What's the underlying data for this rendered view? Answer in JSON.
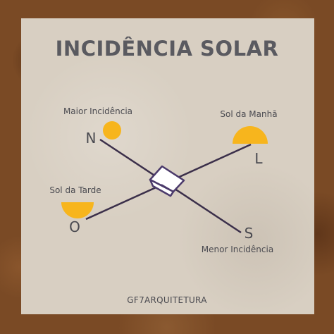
{
  "title": "INCIDÊNCIA SOLAR",
  "labels": {
    "maior_incidencia": "Maior Incidência",
    "sol_manha": "Sol da Manhã",
    "sol_tarde": "Sol da Tarde",
    "menor_incidencia": "Menor Incidência"
  },
  "directions": {
    "north": "N",
    "east": "L",
    "west": "O",
    "south": "S"
  },
  "credit": "GF7ARQUITETURA",
  "colors": {
    "background_frame": "#7a4a25",
    "card": "#d8cfc2",
    "text": "#4a4a50",
    "title": "#5a5a60",
    "sun": "#f7b51d",
    "axis_line": "#3b2f4a",
    "house_outline": "#4b3a6b"
  },
  "icons": {
    "sun_full": "sun-icon",
    "sun_rising": "sunrise-icon",
    "sun_setting": "sunset-icon",
    "house": "house-icon"
  }
}
